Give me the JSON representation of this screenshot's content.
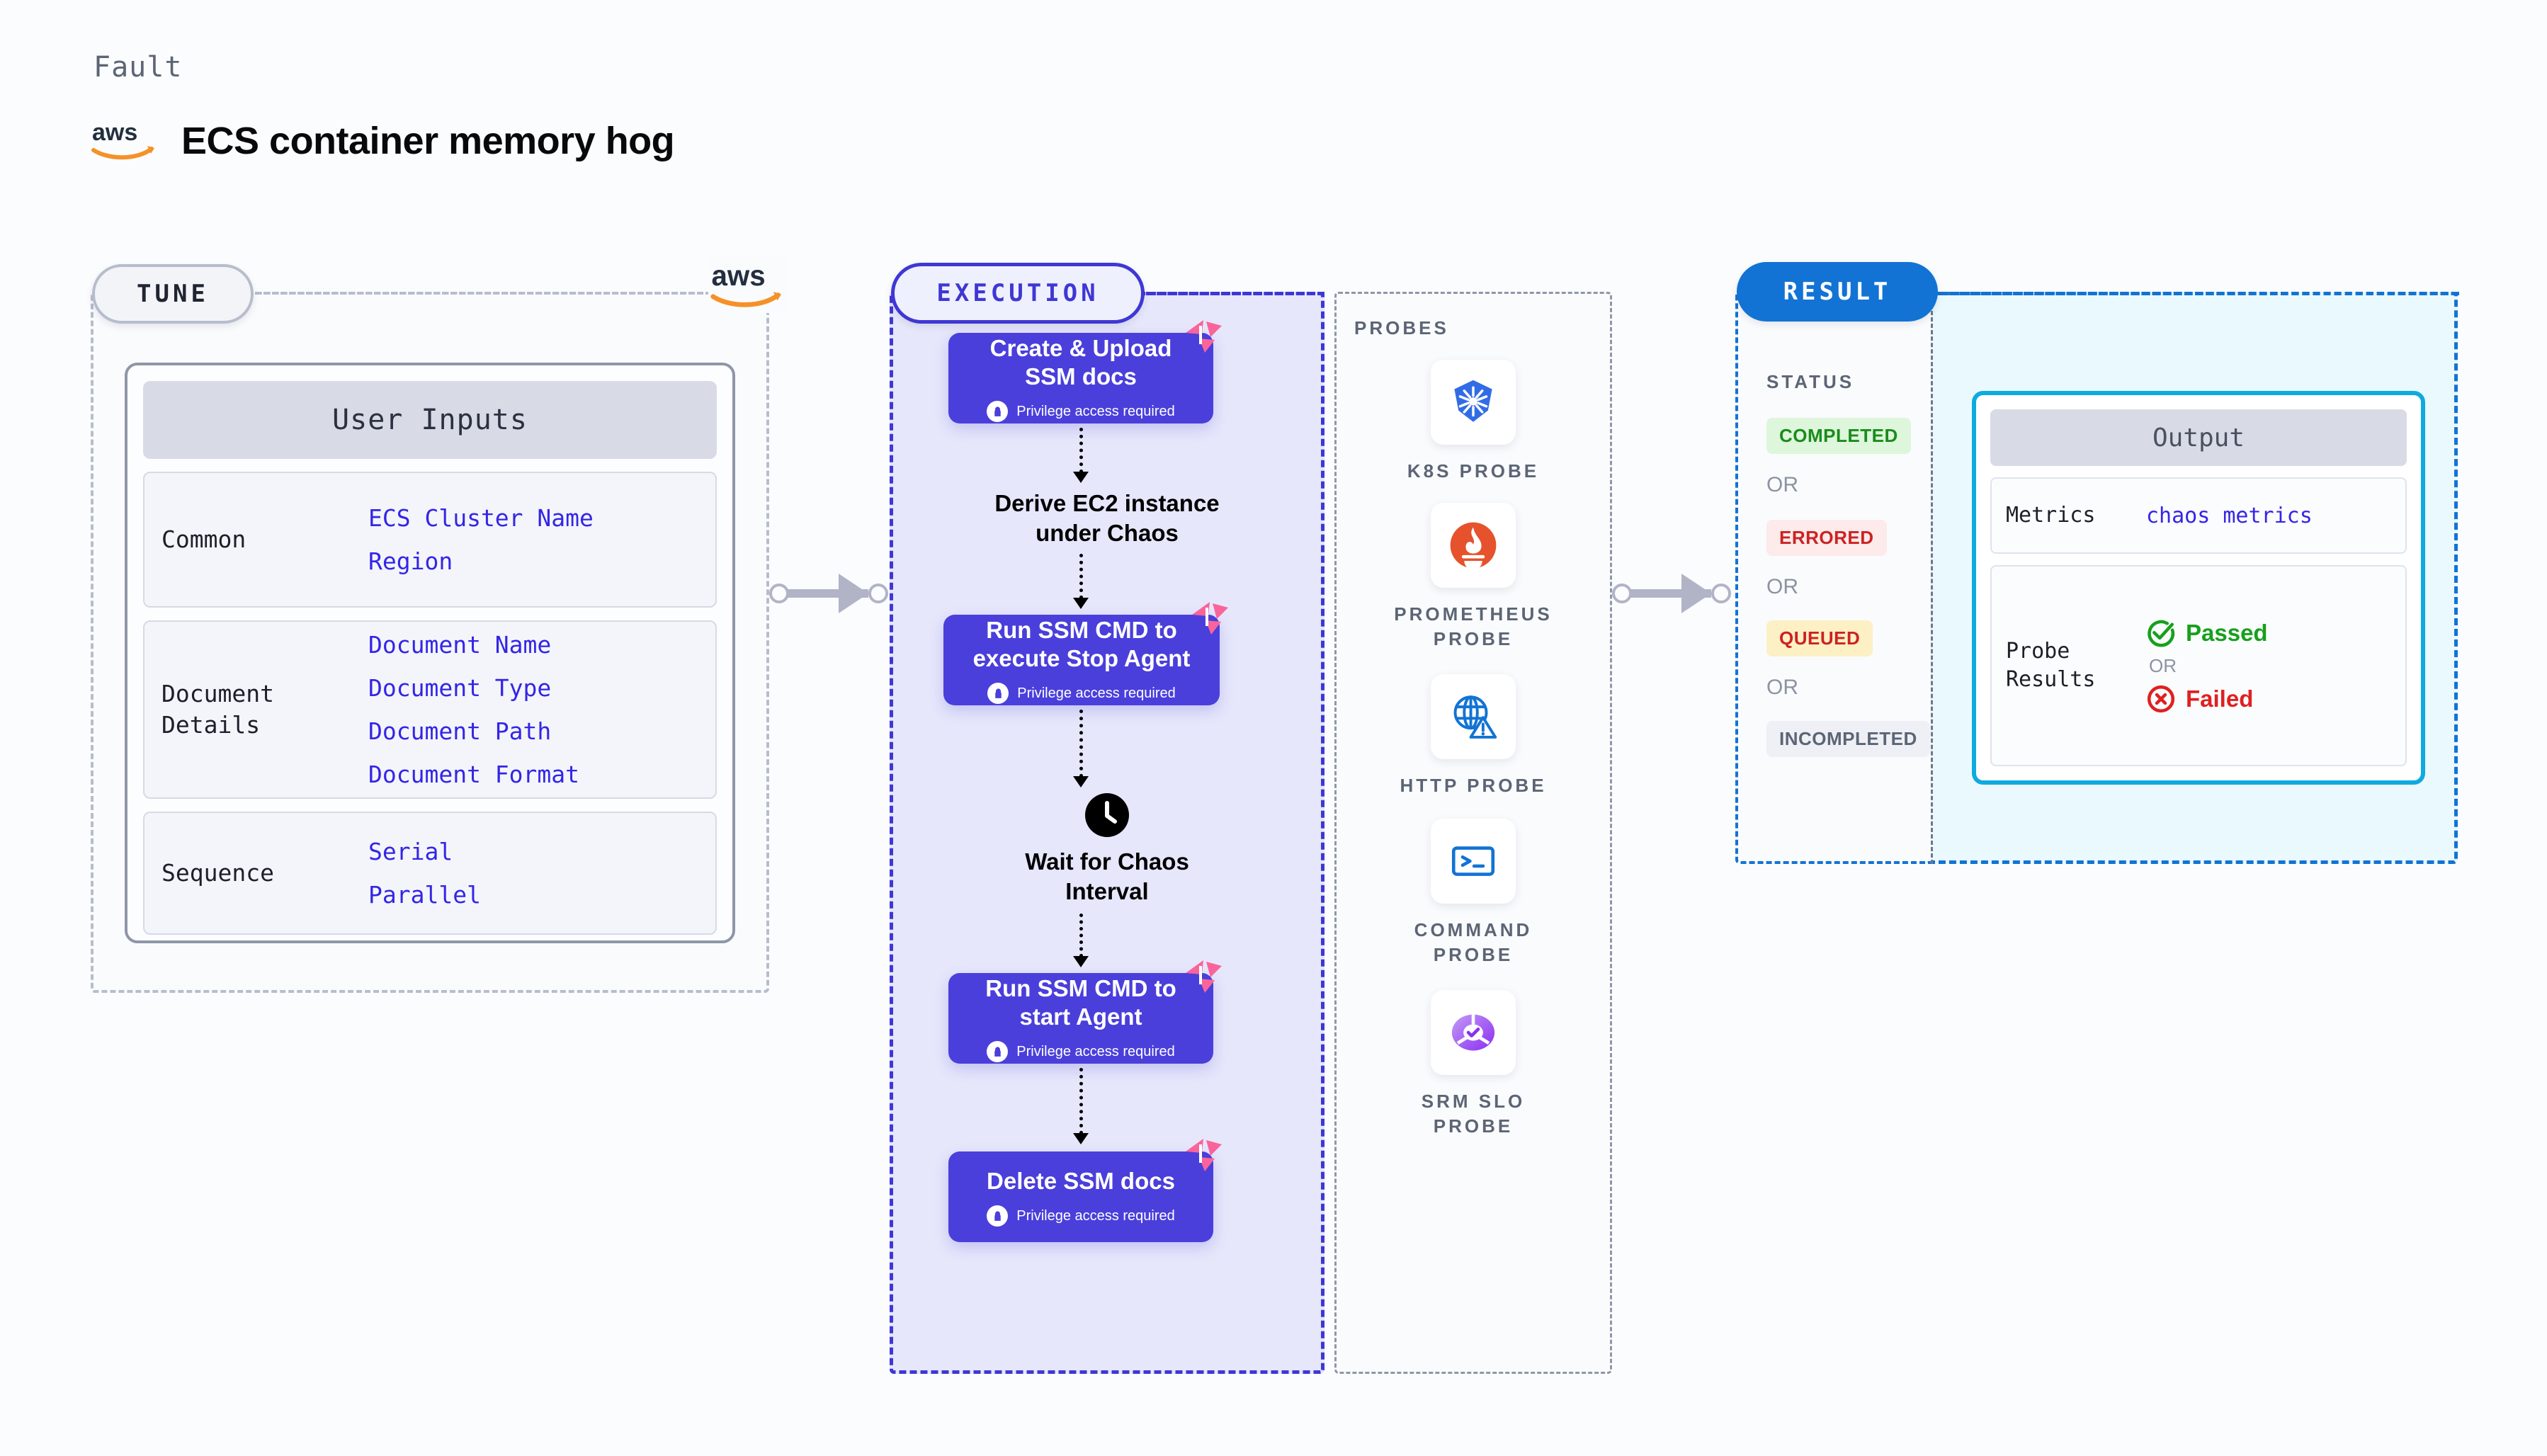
{
  "header": {
    "kicker": "Fault",
    "title": "ECS container memory hog",
    "logo_icon": "aws-logo"
  },
  "tune": {
    "pill_label": "TUNE",
    "corner_logo_icon": "aws-logo",
    "card_title": "User Inputs",
    "groups": [
      {
        "key": "Common",
        "values": [
          "ECS Cluster Name",
          "Region"
        ]
      },
      {
        "key": "Document\nDetails",
        "values": [
          "Document Name",
          "Document Type",
          "Document Path",
          "Document Format"
        ]
      },
      {
        "key": "Sequence",
        "values": [
          "Serial",
          "Parallel"
        ]
      }
    ]
  },
  "execution": {
    "pill_label": "EXECUTION",
    "privilege_note": "Privilege access required",
    "steps": [
      {
        "type": "node",
        "label": "Create & Upload\nSSM docs",
        "privileged": true,
        "badge_icon": "harness-logo-icon"
      },
      {
        "type": "text",
        "label": "Derive EC2 instance\nunder Chaos",
        "icon": null
      },
      {
        "type": "node",
        "label": "Run SSM CMD to\nexecute Stop Agent",
        "privileged": true,
        "badge_icon": "harness-logo-icon"
      },
      {
        "type": "text",
        "label": "Wait for Chaos\nInterval",
        "icon": "clock-icon"
      },
      {
        "type": "node",
        "label": "Run SSM CMD to\nstart Agent",
        "privileged": true,
        "badge_icon": "harness-logo-icon"
      },
      {
        "type": "node",
        "label": "Delete SSM docs",
        "privileged": true,
        "badge_icon": "harness-logo-icon"
      }
    ]
  },
  "probes": {
    "label": "PROBES",
    "items": [
      {
        "name": "K8S PROBE",
        "icon": "kubernetes-icon"
      },
      {
        "name": "PROMETHEUS\nPROBE",
        "icon": "prometheus-icon"
      },
      {
        "name": "HTTP PROBE",
        "icon": "http-globe-warning-icon"
      },
      {
        "name": "COMMAND\nPROBE",
        "icon": "terminal-icon"
      },
      {
        "name": "SRM SLO\nPROBE",
        "icon": "srm-slo-icon"
      }
    ]
  },
  "result": {
    "pill_label": "RESULT",
    "status_label": "STATUS",
    "or_label": "OR",
    "statuses": [
      {
        "label": "COMPLETED",
        "bg": "#ddf6dc",
        "fg": "#1a8c1a"
      },
      {
        "label": "ERRORED",
        "bg": "#fdeaea",
        "fg": "#cc2222"
      },
      {
        "label": "QUEUED",
        "bg": "#fdf0c4",
        "fg": "#cc2222"
      },
      {
        "label": "INCOMPLETED",
        "bg": "#eef0f5",
        "fg": "#5c6575"
      }
    ],
    "output": {
      "title": "Output",
      "metrics_key": "Metrics",
      "metrics_value": "chaos metrics",
      "probe_key": "Probe\nResults",
      "passed_label": "Passed",
      "failed_label": "Failed",
      "or_label": "OR",
      "passed_color": "#17a01c",
      "failed_color": "#e02020",
      "passed_icon": "check-circle-icon",
      "failed_icon": "x-circle-icon"
    }
  },
  "colors": {
    "node_purple": "#4a3fdb",
    "execution_border": "#3f37d4",
    "result_blue": "#1273d4",
    "output_cyan": "#0eaae0",
    "accent_pink": "#f9649b",
    "value_indigo": "#3425e6"
  }
}
